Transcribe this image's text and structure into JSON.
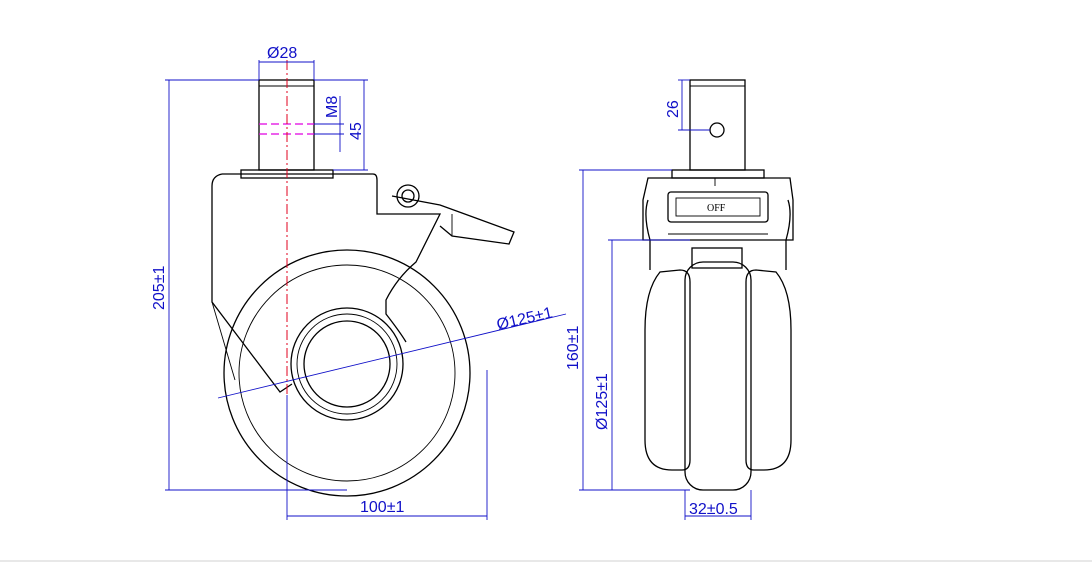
{
  "dimensions": {
    "stem_diameter": "Ø28",
    "thread": "M8",
    "stem_length": "45",
    "total_height": "205±1",
    "wheel_diameter_side": "Ø125±1",
    "swivel_radius": "100±1",
    "hole_offset": "26",
    "housing_height": "160±1",
    "wheel_diameter_front": "Ø125±1",
    "wheel_width": "32±0.5"
  },
  "labels": {
    "brake_state": "OFF"
  },
  "colors": {
    "dimension": "#1010c8",
    "outline": "#000000",
    "centerline": "#e0001e",
    "thread_hidden": "#e000e0"
  }
}
